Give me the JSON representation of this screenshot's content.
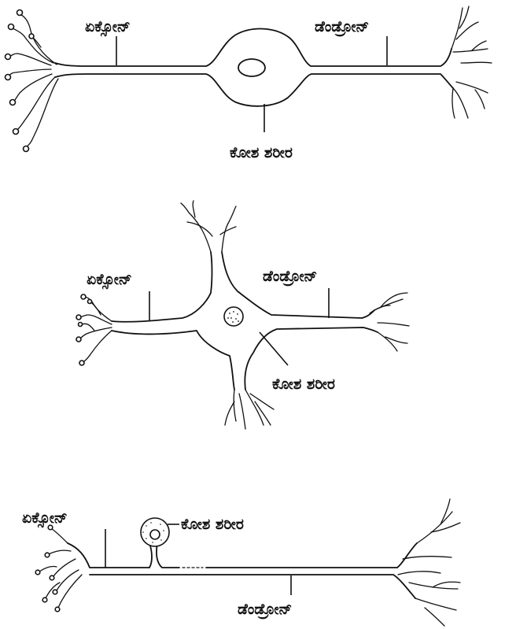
{
  "diagrams": [
    {
      "axon_label": "ಏಕ್ಸೋನ್",
      "dendron_label": "ಡೆಂಡ್ರೋನ್",
      "cell_body_label": "ಕೋಶ ಶರೀರ"
    },
    {
      "axon_label": "ಏಕ್ಸೋನ್",
      "dendron_label": "ಡೆಂಡ್ರೋನ್",
      "cell_body_label": "ಕೋಶ ಶರೀರ"
    },
    {
      "axon_label": "ಏಕ್ಸೋನ್",
      "dendron_label": "ಡೆಂಡ್ರೋನ್",
      "cell_body_label": "ಕೋಶ ಶರೀರ"
    }
  ]
}
